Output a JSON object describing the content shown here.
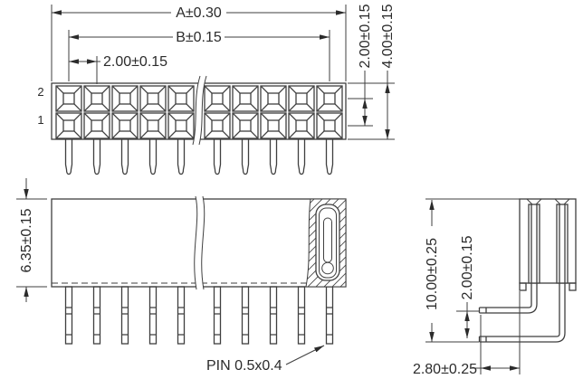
{
  "colors": {
    "line": "#3f3f3f",
    "text": "#2b2b2b",
    "background": "#ffffff"
  },
  "top_view": {
    "row_labels": {
      "row2": "2",
      "row1": "1"
    },
    "dim_overall_width": "A±0.30",
    "dim_pin_span": "B±0.15",
    "dim_pin_pitch": "2.00±0.15",
    "dim_row_pitch": "2.00±0.15",
    "dim_body_height": "4.00±0.15"
  },
  "side_view": {
    "dim_insulator_height": "6.35±0.15",
    "pin_callout": "PIN 0.5x0.4"
  },
  "end_view": {
    "dim_overall_height": "10.00±0.25",
    "dim_row_offset": "2.00±0.15",
    "dim_tail_offset": "2.80±0.25"
  }
}
